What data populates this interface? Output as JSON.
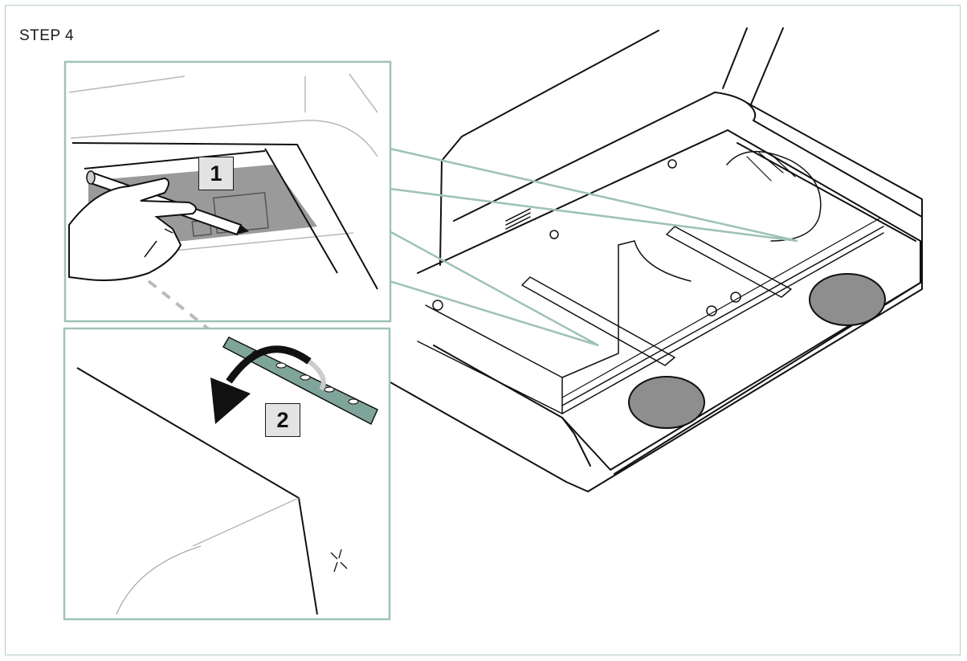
{
  "header": {
    "step_label": "STEP 4"
  },
  "callouts": {
    "one": "1",
    "two": "2"
  },
  "colors": {
    "frame_border": "#b6cfc8",
    "inset_border": "#9fc2b8",
    "line": "#111111",
    "bracket_teal": "#7fa59a",
    "wall_gray": "#9a9a9a",
    "light_gray": "#8e8e8e"
  },
  "icons": {
    "rotate_arrow": "curved-arrow-down-left",
    "pencil": "pencil-icon",
    "hand": "hand-icon"
  }
}
